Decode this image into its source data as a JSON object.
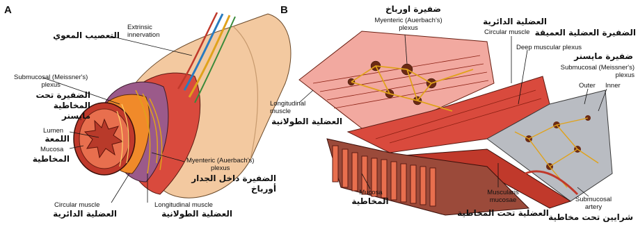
{
  "panels": {
    "a": "A",
    "b": "B"
  },
  "labels_a": {
    "extrinsic_innervation": {
      "en": "Extrinsic\ninnervation",
      "ar": "التعصيب المعوي"
    },
    "submucosal_plexus": {
      "en": "Submucosal (Meissner's)\nplexus",
      "ar": "الضفيرة تحت المخاطية\nمايسنر"
    },
    "lumen": {
      "en": "Lumen",
      "ar": "اللمعة"
    },
    "mucosa": {
      "en": "Mucosa",
      "ar": "المخاطية"
    },
    "myenteric_plexus": {
      "en": "Myenteric (Auerbach's)\nplexus",
      "ar": "الضفيرة داخل الجدار\nأورباخ"
    },
    "circular_muscle": {
      "en": "Circular muscle",
      "ar": "العضلية الدائرية"
    },
    "longitudinal_muscle": {
      "en": "Longitudinal muscle",
      "ar": "العضلية الطولانية"
    }
  },
  "labels_b": {
    "myenteric_plexus": {
      "en": "Myenteric (Auerbach's)\nplexus",
      "ar": "ضفيرة اورباخ"
    },
    "circular_muscle": {
      "en": "Circular muscle",
      "ar": "العضلية الدائرية"
    },
    "deep_muscular_plexus": {
      "en": "Deep muscular plexus",
      "ar": "الضفيرة العضلية العميقة"
    },
    "submucosal_plexus": {
      "en": "Submucosal (Meissner's)\nplexus",
      "ar": "ضفيرة مايسنر"
    },
    "outer": {
      "en": "Outer"
    },
    "inner": {
      "en": "Inner"
    },
    "longitudinal_muscle": {
      "en": "Longitudinal\nmuscle",
      "ar": "العضلية الطولانية"
    },
    "mucosa": {
      "en": "Mucosa",
      "ar": "المخاطية"
    },
    "muscularis_mucosae": {
      "en": "Muscularis\nmucosae",
      "ar": "العضلية تحت المخاطية"
    },
    "submucosal_artery": {
      "en": "Submucosal\nartery",
      "ar": "شرايين تحت مخاطية"
    }
  },
  "colors": {
    "serosa": "#f3c9a0",
    "longitudinal_muscle": "#d94a3d",
    "circular_muscle": "#c0392b",
    "submucosa": "#9b5a8a",
    "mucosa": "#e86f4e",
    "lumen": "#b83a2a",
    "nerve": "#e0a21b",
    "plexus_node": "#6b2a14",
    "submucosa_grey": "#b9bcc2",
    "vessel_blue": "#2a7bbf"
  }
}
